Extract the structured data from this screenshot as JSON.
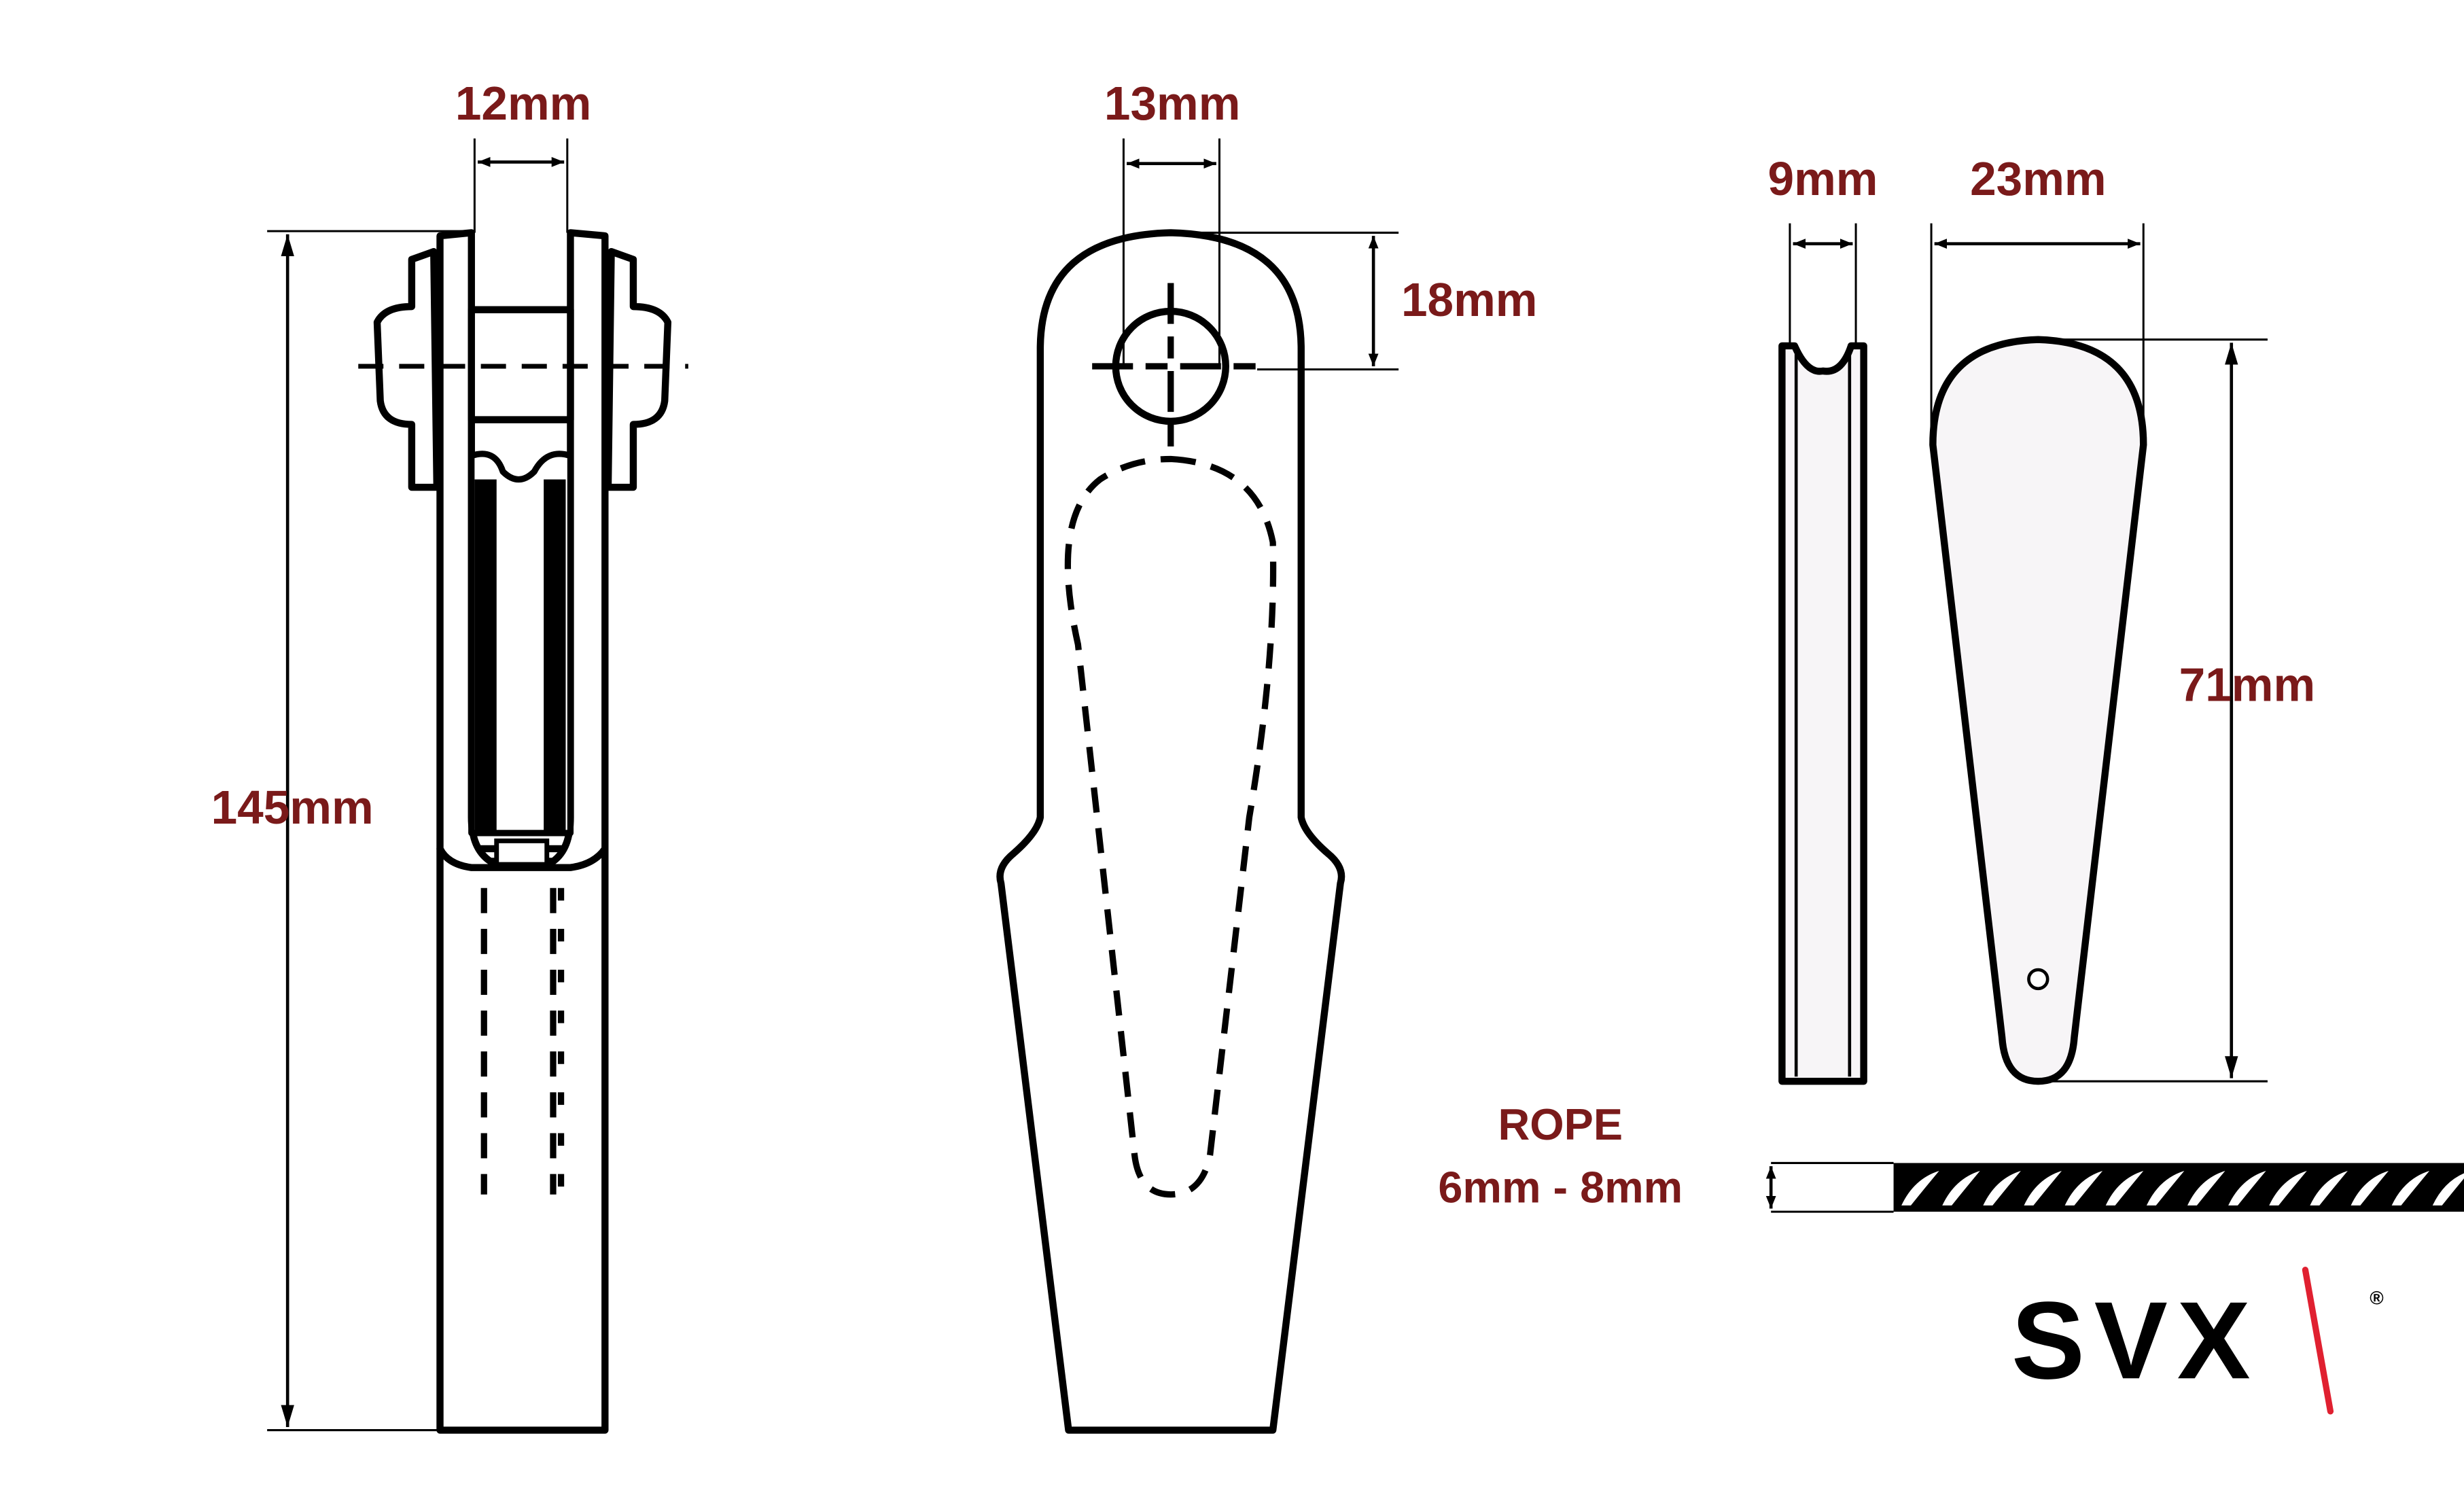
{
  "labels": {
    "fork_width": "12mm",
    "fork_length": "145mm",
    "socket_width": "13mm",
    "socket_hole": "18mm",
    "wedge_thickness": "9mm",
    "wedge_width": "23mm",
    "wedge_length": "71mm",
    "rope_title": "ROPE",
    "rope_range": "6mm - 8mm"
  },
  "logo": {
    "text": "SVX",
    "registered": "®"
  },
  "colors": {
    "label": "#7a1a1a",
    "logo_slash": "#e02030"
  }
}
